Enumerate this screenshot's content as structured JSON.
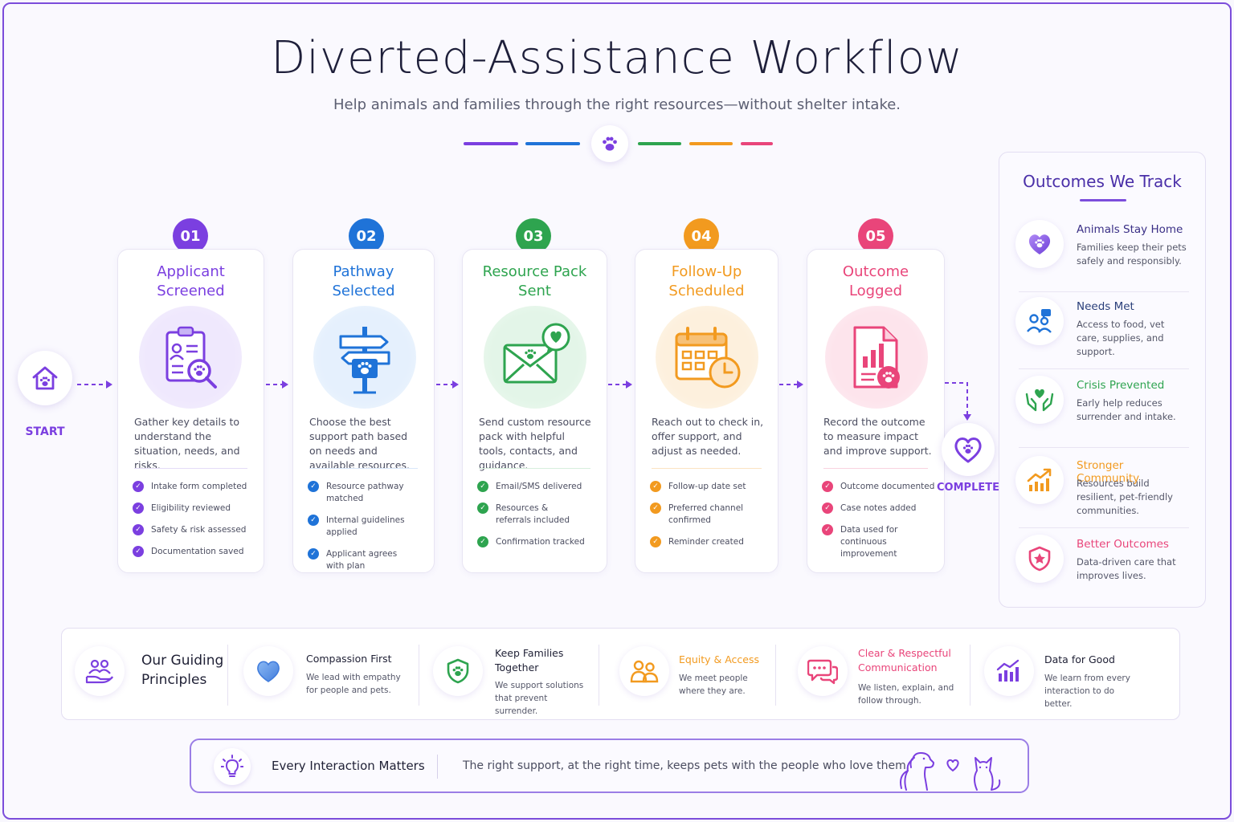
{
  "header": {
    "title": "Diverted-Assistance Workflow",
    "subtitle": "Help animals and families through the right resources—without shelter intake."
  },
  "colors": {
    "purple": "#7b3fe0",
    "blue": "#1f73d8",
    "green": "#2ea44f",
    "orange": "#f29a1f",
    "pink": "#e9457a"
  },
  "start": {
    "label": "START",
    "icon": "house-paw-icon"
  },
  "complete": {
    "label": "COMPLETE",
    "icon": "heart-paw-icon"
  },
  "steps": [
    {
      "number": "01",
      "title_line1": "Applicant",
      "title_line2": "Screened",
      "icon": "clipboard-search-icon",
      "color": "#7b3fe0",
      "description": "Gather key details to understand the situation, needs, and risks.",
      "checks": [
        "Intake form completed",
        "Eligibility reviewed",
        "Safety & risk assessed",
        "Documentation saved"
      ]
    },
    {
      "number": "02",
      "title_line1": "Pathway",
      "title_line2": "Selected",
      "icon": "signpost-icon",
      "color": "#1f73d8",
      "description": "Choose the best support path based on needs and available resources.",
      "checks": [
        "Resource pathway matched",
        "Internal guidelines applied",
        "Applicant agrees with plan"
      ]
    },
    {
      "number": "03",
      "title_line1": "Resource Pack",
      "title_line2": "Sent",
      "icon": "envelope-heart-icon",
      "color": "#2ea44f",
      "description": "Send custom resource pack with helpful tools, contacts, and guidance.",
      "checks": [
        "Email/SMS delivered",
        "Resources & referrals included",
        "Confirmation tracked"
      ]
    },
    {
      "number": "04",
      "title_line1": "Follow-Up",
      "title_line2": "Scheduled",
      "icon": "calendar-clock-icon",
      "color": "#f29a1f",
      "description": "Reach out to check in, offer support, and adjust as needed.",
      "checks": [
        "Follow-up date set",
        "Preferred channel confirmed",
        "Reminder created"
      ]
    },
    {
      "number": "05",
      "title_line1": "Outcome",
      "title_line2": "Logged",
      "icon": "report-paw-icon",
      "color": "#e9457a",
      "description": "Record the outcome to measure impact and improve support.",
      "checks": [
        "Outcome documented",
        "Case notes added",
        "Data used for continuous improvement"
      ]
    }
  ],
  "outcomes": {
    "title": "Outcomes We Track",
    "items": [
      {
        "title": "Animals Stay Home",
        "description": "Families keep their pets safely and responsibly.",
        "icon": "heart-paw-icon",
        "color": "#3a2f86"
      },
      {
        "title": "Needs Met",
        "description": "Access to food, vet care, supplies, and support.",
        "icon": "people-chat-icon",
        "color": "#2a3f7a"
      },
      {
        "title": "Crisis Prevented",
        "description": "Early help reduces surrender and intake.",
        "icon": "hands-heart-icon",
        "color": "#2ea44f"
      },
      {
        "title": "Stronger Community",
        "description": "Resources build resilient, pet-friendly communities.",
        "icon": "growth-chart-icon",
        "color": "#f29a1f"
      },
      {
        "title": "Better Outcomes",
        "description": "Data-driven care that improves lives.",
        "icon": "shield-star-icon",
        "color": "#e9457a"
      }
    ]
  },
  "principles": {
    "heading_line1": "Our Guiding",
    "heading_line2": "Principles",
    "heading_icon": "people-hand-icon",
    "items": [
      {
        "title": "Compassion First",
        "description": "We lead with empathy for people and pets.",
        "icon": "heart-icon",
        "color": "#1f2035"
      },
      {
        "title": "Keep Families Together",
        "description": "We support solutions that prevent surrender.",
        "icon": "shield-paw-icon",
        "color": "#1f2035"
      },
      {
        "title": "Equity & Access",
        "description": "We meet people where they are.",
        "icon": "people-icon",
        "color": "#f29a1f"
      },
      {
        "title": "Clear & Respectful Communication",
        "description": "We listen, explain, and follow through.",
        "icon": "chat-bubbles-icon",
        "color": "#e9457a"
      },
      {
        "title": "Data for Good",
        "description": "We learn from every interaction to do better.",
        "icon": "bar-chart-icon",
        "color": "#1f2035"
      }
    ]
  },
  "footer": {
    "title": "Every Interaction Matters",
    "text": "The right support, at the right time, keeps pets with the people who love them.",
    "icon": "lightbulb-icon",
    "art_icon": "dog-cat-heart-icon"
  }
}
